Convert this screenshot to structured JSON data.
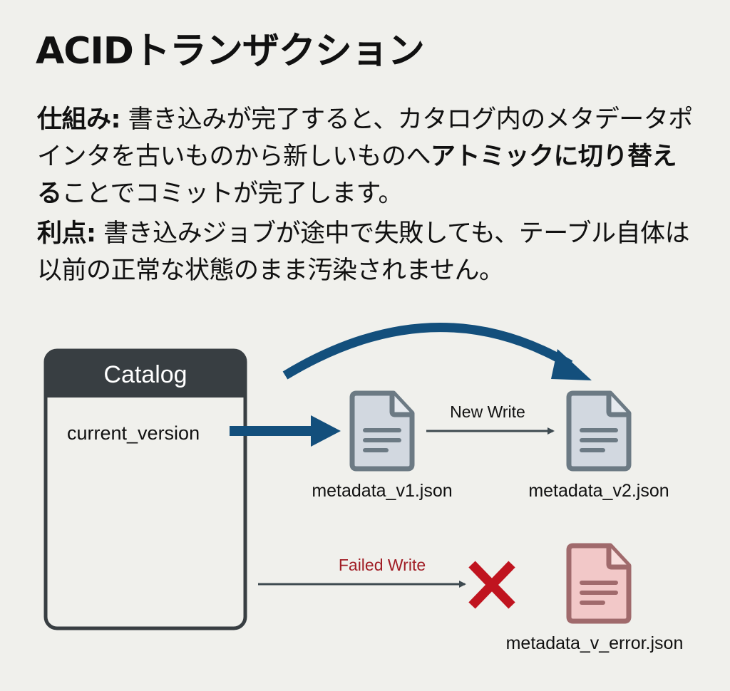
{
  "title": "ACIDトランザクション",
  "mechanism": {
    "label": "仕組み:",
    "text_before": " 書き込みが完了すると、カタログ内のメタデータポインタを古いものから新しいものへ",
    "text_bold": "アトミックに切り替える",
    "text_after": "ことでコミットが完了します。"
  },
  "benefit": {
    "label": "利点:",
    "text": " 書き込みジョブが途中で失敗しても、テーブル自体は以前の正常な状態のまま汚染されません。"
  },
  "diagram": {
    "catalog": {
      "header": "Catalog",
      "field": "current_version"
    },
    "files": {
      "v1": "metadata_v1.json",
      "v2": "metadata_v2.json",
      "error": "metadata_v_error.json"
    },
    "arrows": {
      "new_write": "New Write",
      "failed_write": "Failed Write"
    },
    "icons": {
      "file": "document-icon",
      "fail": "x-mark-icon"
    },
    "colors": {
      "pointer_blue": "#134f7c",
      "catalog_dark": "#383e42",
      "file_fill": "#d2d8e0",
      "file_stroke": "#6c7a84",
      "error_red": "#c0141f",
      "error_file_fill": "#f2c8c8",
      "error_file_stroke": "#a06a6c",
      "failed_label": "#a01c24"
    }
  }
}
